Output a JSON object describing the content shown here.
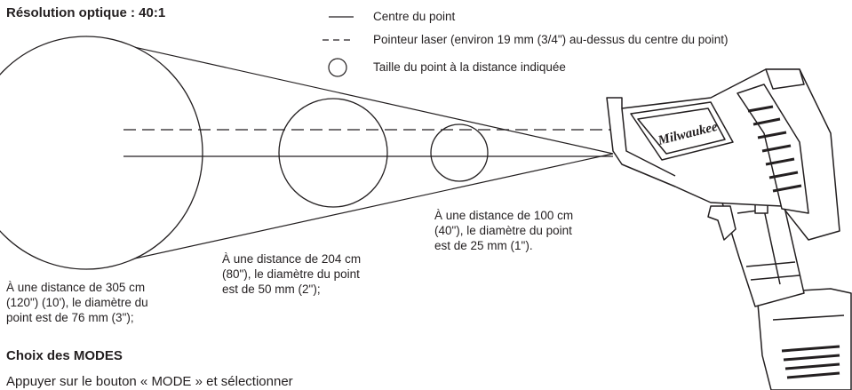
{
  "title": "Résolution optique : 40:1",
  "legend": {
    "center_label": "Centre du point",
    "laser_label": "Pointeur laser (environ 19 mm (3/4\") au-dessus du centre du point)",
    "spot_label": "Taille du point à la distance indiquée"
  },
  "diagram": {
    "brand_logo": "Milwaukee",
    "spots": [
      {
        "line1": "À une distance de 100 cm",
        "line2": "(40\"), le diamètre du point",
        "line3": "est de 25 mm (1\")."
      },
      {
        "line1": "À une distance de 204 cm",
        "line2": "(80\"), le diamètre du point",
        "line3": "est de 50 mm (2\");"
      },
      {
        "line1": "À une distance de 305 cm",
        "line2": "(120\") (10'), le diamètre du",
        "line3": "point est de 76 mm (3\");"
      }
    ]
  },
  "section": {
    "heading": "Choix des MODES",
    "body": "Appuyer sur le bouton « MODE » et sélectionner"
  }
}
